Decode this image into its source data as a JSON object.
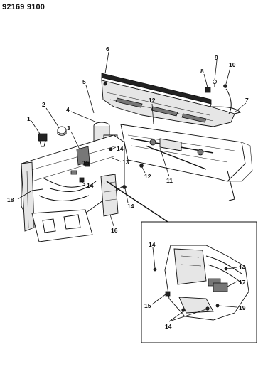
{
  "document_number": "92169 9100",
  "callouts": {
    "c1": "1",
    "c2": "2",
    "c3": "3",
    "c4": "4",
    "c5": "5",
    "c6": "6",
    "c7": "7",
    "c8": "8",
    "c9": "9",
    "c10": "10",
    "c11": "11",
    "c12a": "12",
    "c12b": "12",
    "c13": "13",
    "c14a": "14",
    "c14b": "14",
    "c14c": "14",
    "c14d": "14",
    "c14e": "14",
    "c14f": "14",
    "c15a": "15",
    "c15b": "15",
    "c16": "16",
    "c17": "17",
    "c18": "18",
    "c19": "19"
  }
}
